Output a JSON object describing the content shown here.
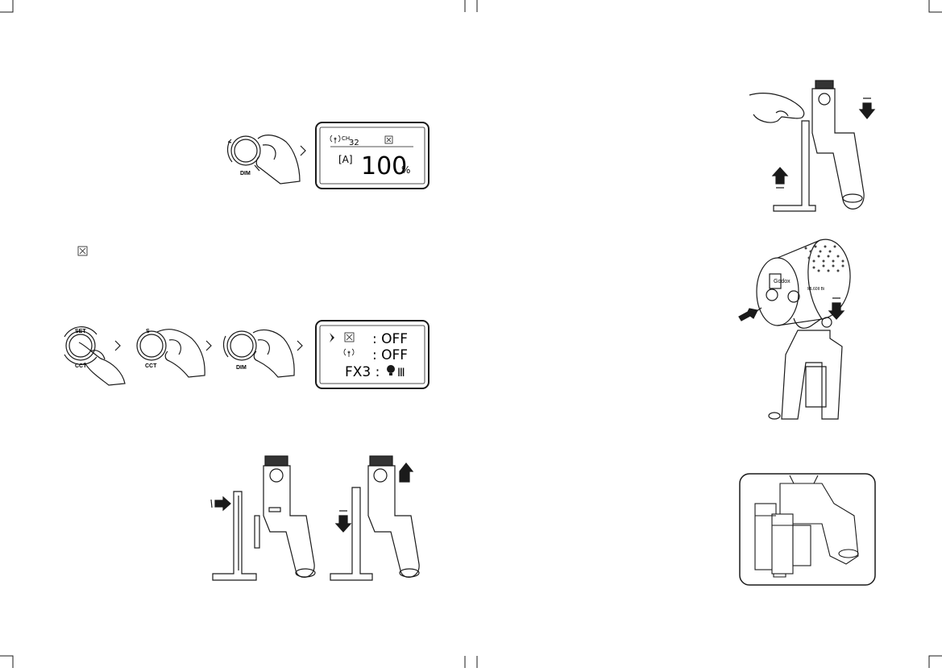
{
  "panel_dim": {
    "knob_label": "DIM",
    "lcd": {
      "channel_prefix": "CH",
      "channel_number": "32",
      "mode": "[A]",
      "brightness_value": "100",
      "brightness_unit": "%"
    }
  },
  "panel_fx": {
    "knob_1_top": "SET",
    "knob_1_bottom": "CCT",
    "knob_2_top": "S",
    "knob_2_bottom": "CCT",
    "knob_3_bottom": "DIM",
    "lcd": {
      "row1_value": ": OFF",
      "row2_value": ": OFF",
      "row3_label": "FX3 :",
      "row3_suffix": "Ⅲ"
    }
  },
  "light_head": {
    "logo_text": "Godox",
    "brand_text": "ML60II Bi"
  },
  "colors": {
    "line": "#1a1a1a",
    "lcd_border": "#1a1a1a"
  }
}
